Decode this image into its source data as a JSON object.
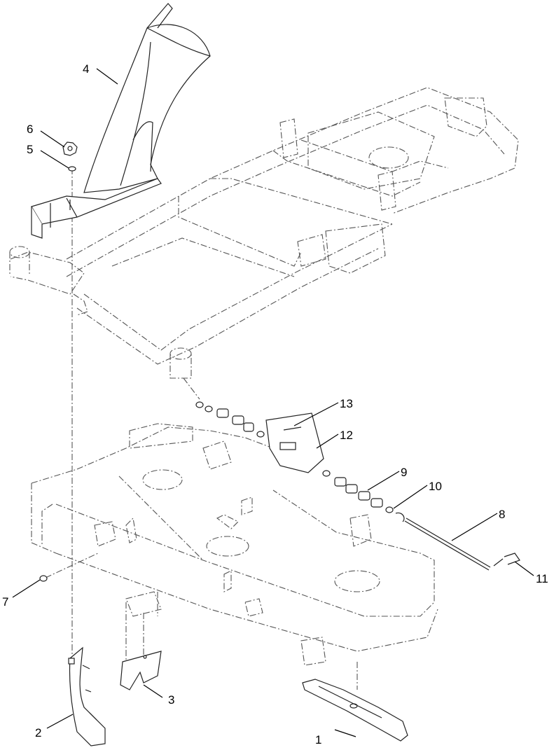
{
  "callouts": [
    {
      "id": "1",
      "label": "1"
    },
    {
      "id": "2",
      "label": "2"
    },
    {
      "id": "3",
      "label": "3"
    },
    {
      "id": "4",
      "label": "4"
    },
    {
      "id": "5",
      "label": "5"
    },
    {
      "id": "6",
      "label": "6"
    },
    {
      "id": "7",
      "label": "7"
    },
    {
      "id": "8",
      "label": "8"
    },
    {
      "id": "9",
      "label": "9"
    },
    {
      "id": "10",
      "label": "10"
    },
    {
      "id": "11",
      "label": "11"
    },
    {
      "id": "12",
      "label": "12"
    },
    {
      "id": "13",
      "label": "13"
    }
  ],
  "colors": {
    "line": "#222222",
    "phantom": "#555555",
    "background": "#ffffff"
  }
}
